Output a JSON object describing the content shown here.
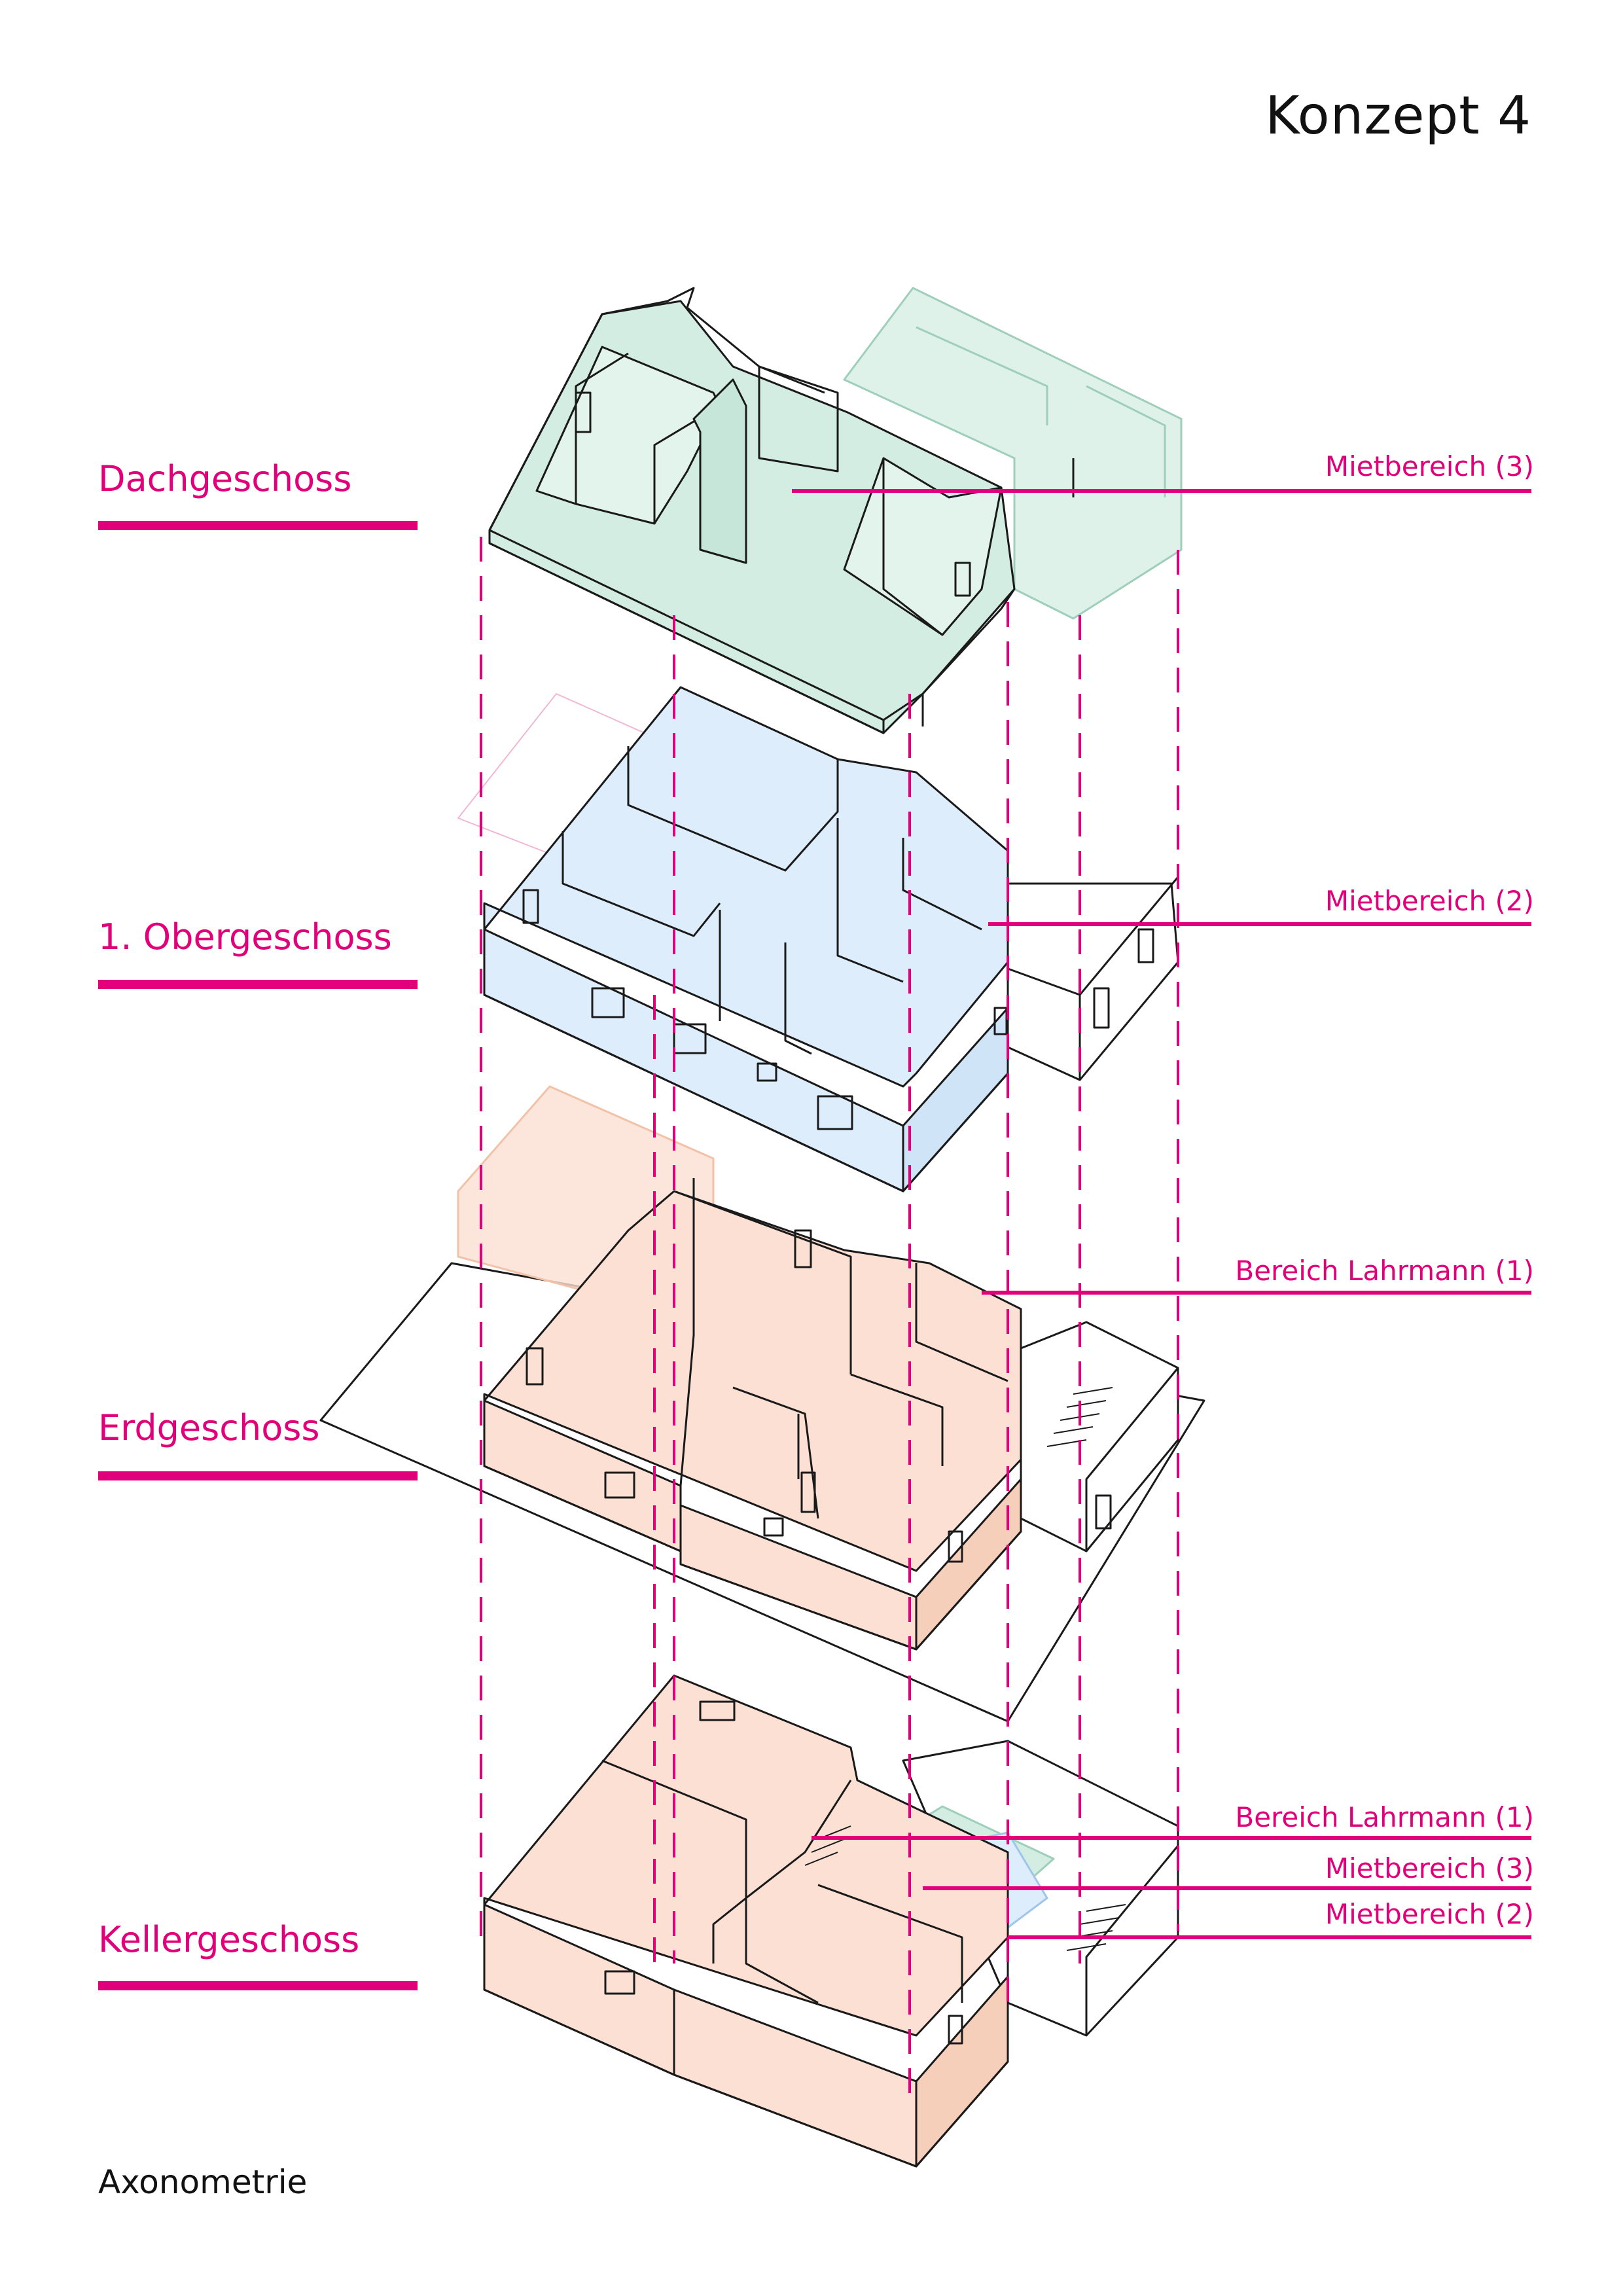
{
  "title": "Konzept 4",
  "floors": [
    {
      "label": "Dachgeschoss"
    },
    {
      "label": "1. Obergeschoss"
    },
    {
      "label": "Erdgeschoss"
    },
    {
      "label": "Kellergeschoss"
    }
  ],
  "areas": [
    {
      "label": "Mietbereich (3)"
    },
    {
      "label": "Mietbereich (2)"
    },
    {
      "label": "Bereich Lahrmann (1)"
    },
    {
      "label": "Bereich Lahrmann (1)"
    },
    {
      "label": "Mietbereich (3)"
    },
    {
      "label": "Mietbereich (2)"
    }
  ],
  "caption": "Axonometrie",
  "colors": {
    "accent": "#e2007a",
    "green_fill": "#d3ede3",
    "blue_fill": "#ddedfb",
    "orange_fill": "#fbe0d3",
    "line": "#1a1a1a"
  }
}
